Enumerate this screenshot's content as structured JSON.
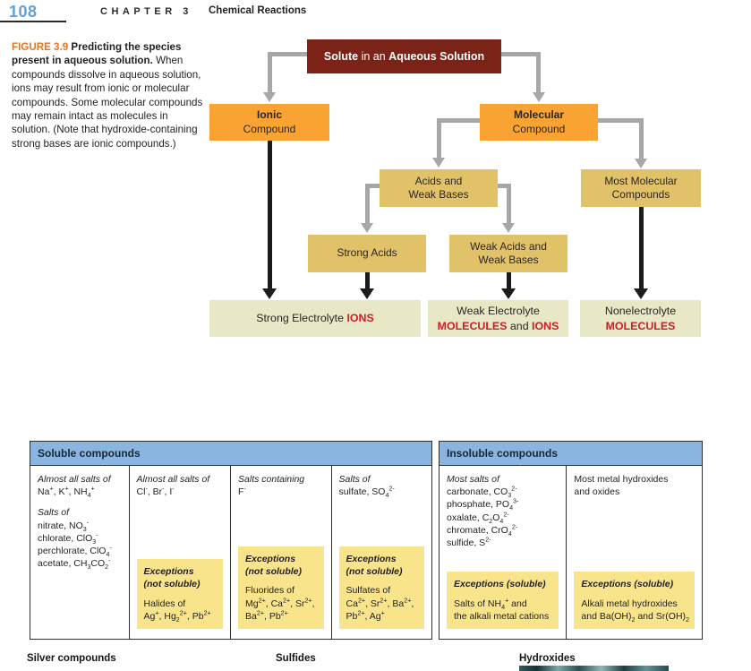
{
  "page": {
    "number": "108",
    "chapter": "CHAPTER 3",
    "chapter_title": "Chemical Reactions"
  },
  "figure_caption": {
    "label": "FIGURE 3.9",
    "title": "Predicting the species present in aqueous solution.",
    "body": "When compounds dissolve in aqueous solution, ions may result from ionic or molecular compounds. Some molecular compounds may remain intact as molecules in solution. (Note that hydroxide-containing strong bases are ionic compounds.)"
  },
  "colors": {
    "solute_box": "#7c2318",
    "compound_box": "#f9a432",
    "mid_box": "#e2c269",
    "result_box": "#e9e8c6",
    "table_header_blue": "#8ab5e0",
    "exception_yellow": "#f8e48b",
    "red_text": "#c8202a",
    "figure_label_orange": "#e87424",
    "page_number_blue": "#63a0d6",
    "gray_connector": "#a7a7a7"
  },
  "flowchart": {
    "solute": {
      "bold1": "Solute",
      "mid": "in an",
      "bold2": "Aqueous Solution"
    },
    "ionic": {
      "line1": "Ionic",
      "line2": "Compound"
    },
    "molecular": {
      "line1": "Molecular",
      "line2": "Compound"
    },
    "acids_weak_bases": {
      "line1": "Acids and",
      "line2": "Weak Bases"
    },
    "most_molecular": {
      "line1": "Most Molecular",
      "line2": "Compounds"
    },
    "strong_acids": {
      "line1": "Strong Acids"
    },
    "weak_acids_weak_bases": {
      "line1": "Weak Acids and",
      "line2": "Weak Bases"
    },
    "strong_electrolyte": {
      "text": "Strong Electrolyte",
      "red": "IONS"
    },
    "weak_electrolyte": {
      "line1": "Weak Electrolyte",
      "red1": "MOLECULES",
      "mid": "and",
      "red2": "IONS"
    },
    "nonelectrolyte": {
      "line1": "Nonelectrolyte",
      "red": "MOLECULES"
    }
  },
  "soluble_table": {
    "header": "Soluble compounds",
    "columns": [
      {
        "lines": [
          [
            "i",
            "Almost all salts of"
          ],
          [
            "",
            "Na^{+}, K^{+}, NH_{4}^{+}"
          ],
          [
            "gap",
            ""
          ],
          [
            "i",
            "Salts of"
          ],
          [
            "",
            "nitrate, NO_{3}^{-}"
          ],
          [
            "",
            "chlorate, ClO_{3}^{-}"
          ],
          [
            "",
            "perchlorate, ClO_{4}^{-}"
          ],
          [
            "",
            "acetate, CH_{3}CO_{2}^{-}"
          ]
        ]
      },
      {
        "lines": [
          [
            "i",
            "Almost all salts of"
          ],
          [
            "",
            "Cl^{-}, Br^{-}, I^{-}"
          ]
        ],
        "exceptions": {
          "title": [
            "Exceptions",
            "(not soluble)"
          ],
          "body": [
            "Halides of",
            "Ag^{+}, Hg_{2}^{2+}, Pb^{2+}"
          ]
        }
      },
      {
        "lines": [
          [
            "i",
            "Salts containing"
          ],
          [
            "",
            "F^{-}"
          ]
        ],
        "exceptions": {
          "title": [
            "Exceptions",
            "(not soluble)"
          ],
          "body": [
            "Fluorides of",
            "Mg^{2+}, Ca^{2+}, Sr^{2+},",
            "Ba^{2+}, Pb^{2+}"
          ]
        }
      },
      {
        "lines": [
          [
            "i",
            "Salts of"
          ],
          [
            "",
            "sulfate, SO_{4}^{2-}"
          ]
        ],
        "exceptions": {
          "title": [
            "Exceptions",
            "(not soluble)"
          ],
          "body": [
            "Sulfates of",
            "Ca^{2+}, Sr^{2+}, Ba^{2+},",
            "Pb^{2+}, Ag^{+}"
          ]
        }
      }
    ]
  },
  "insoluble_table": {
    "header": "Insoluble compounds",
    "columns": [
      {
        "lines": [
          [
            "i",
            "Most salts of"
          ],
          [
            "",
            "carbonate, CO_{3}^{2-}"
          ],
          [
            "",
            "phosphate, PO_{4}^{3-}"
          ],
          [
            "",
            "oxalate, C_{2}O_{4}^{2-}"
          ],
          [
            "",
            "chromate, CrO_{4}^{2-}"
          ],
          [
            "",
            "sulfide, S^{2-}"
          ]
        ],
        "exceptions": {
          "title": [
            "Exceptions (soluble)"
          ],
          "body": [
            "Salts of NH_{4}^{+} and",
            "the alkali metal cations"
          ]
        }
      },
      {
        "lines": [
          [
            "",
            "Most metal hydroxides"
          ],
          [
            "",
            "and oxides"
          ]
        ],
        "exceptions": {
          "title": [
            "Exceptions (soluble)"
          ],
          "body": [
            "Alkali metal hydroxides",
            "and Ba(OH)_{2} and Sr(OH)_{2}"
          ]
        }
      }
    ]
  },
  "bottom_labels": {
    "silver": "Silver compounds",
    "sulfides": "Sulfides",
    "hydroxides": "Hydroxides"
  }
}
